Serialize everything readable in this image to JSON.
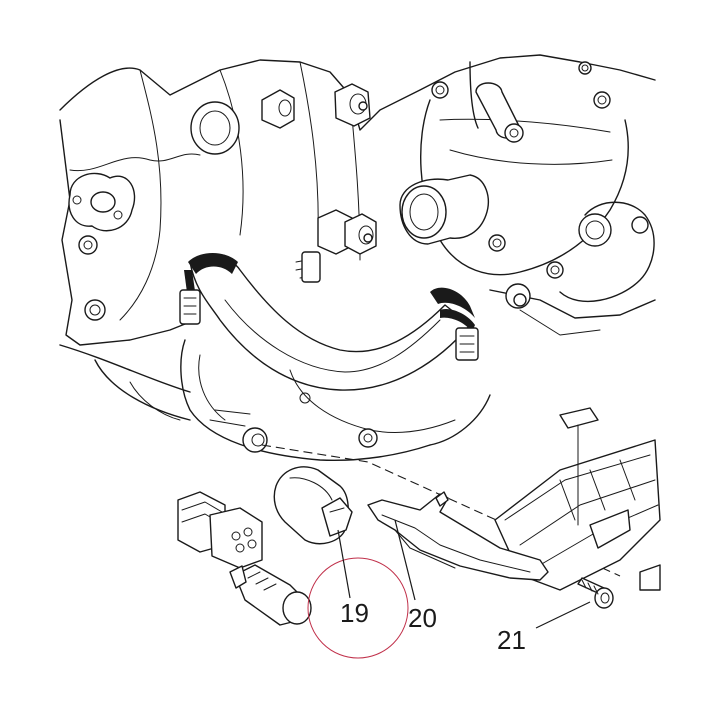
{
  "callouts": [
    {
      "id": "19",
      "label": "19"
    },
    {
      "id": "20",
      "label": "20"
    },
    {
      "id": "21",
      "label": "21"
    }
  ],
  "highlight_color": "#c0304a"
}
